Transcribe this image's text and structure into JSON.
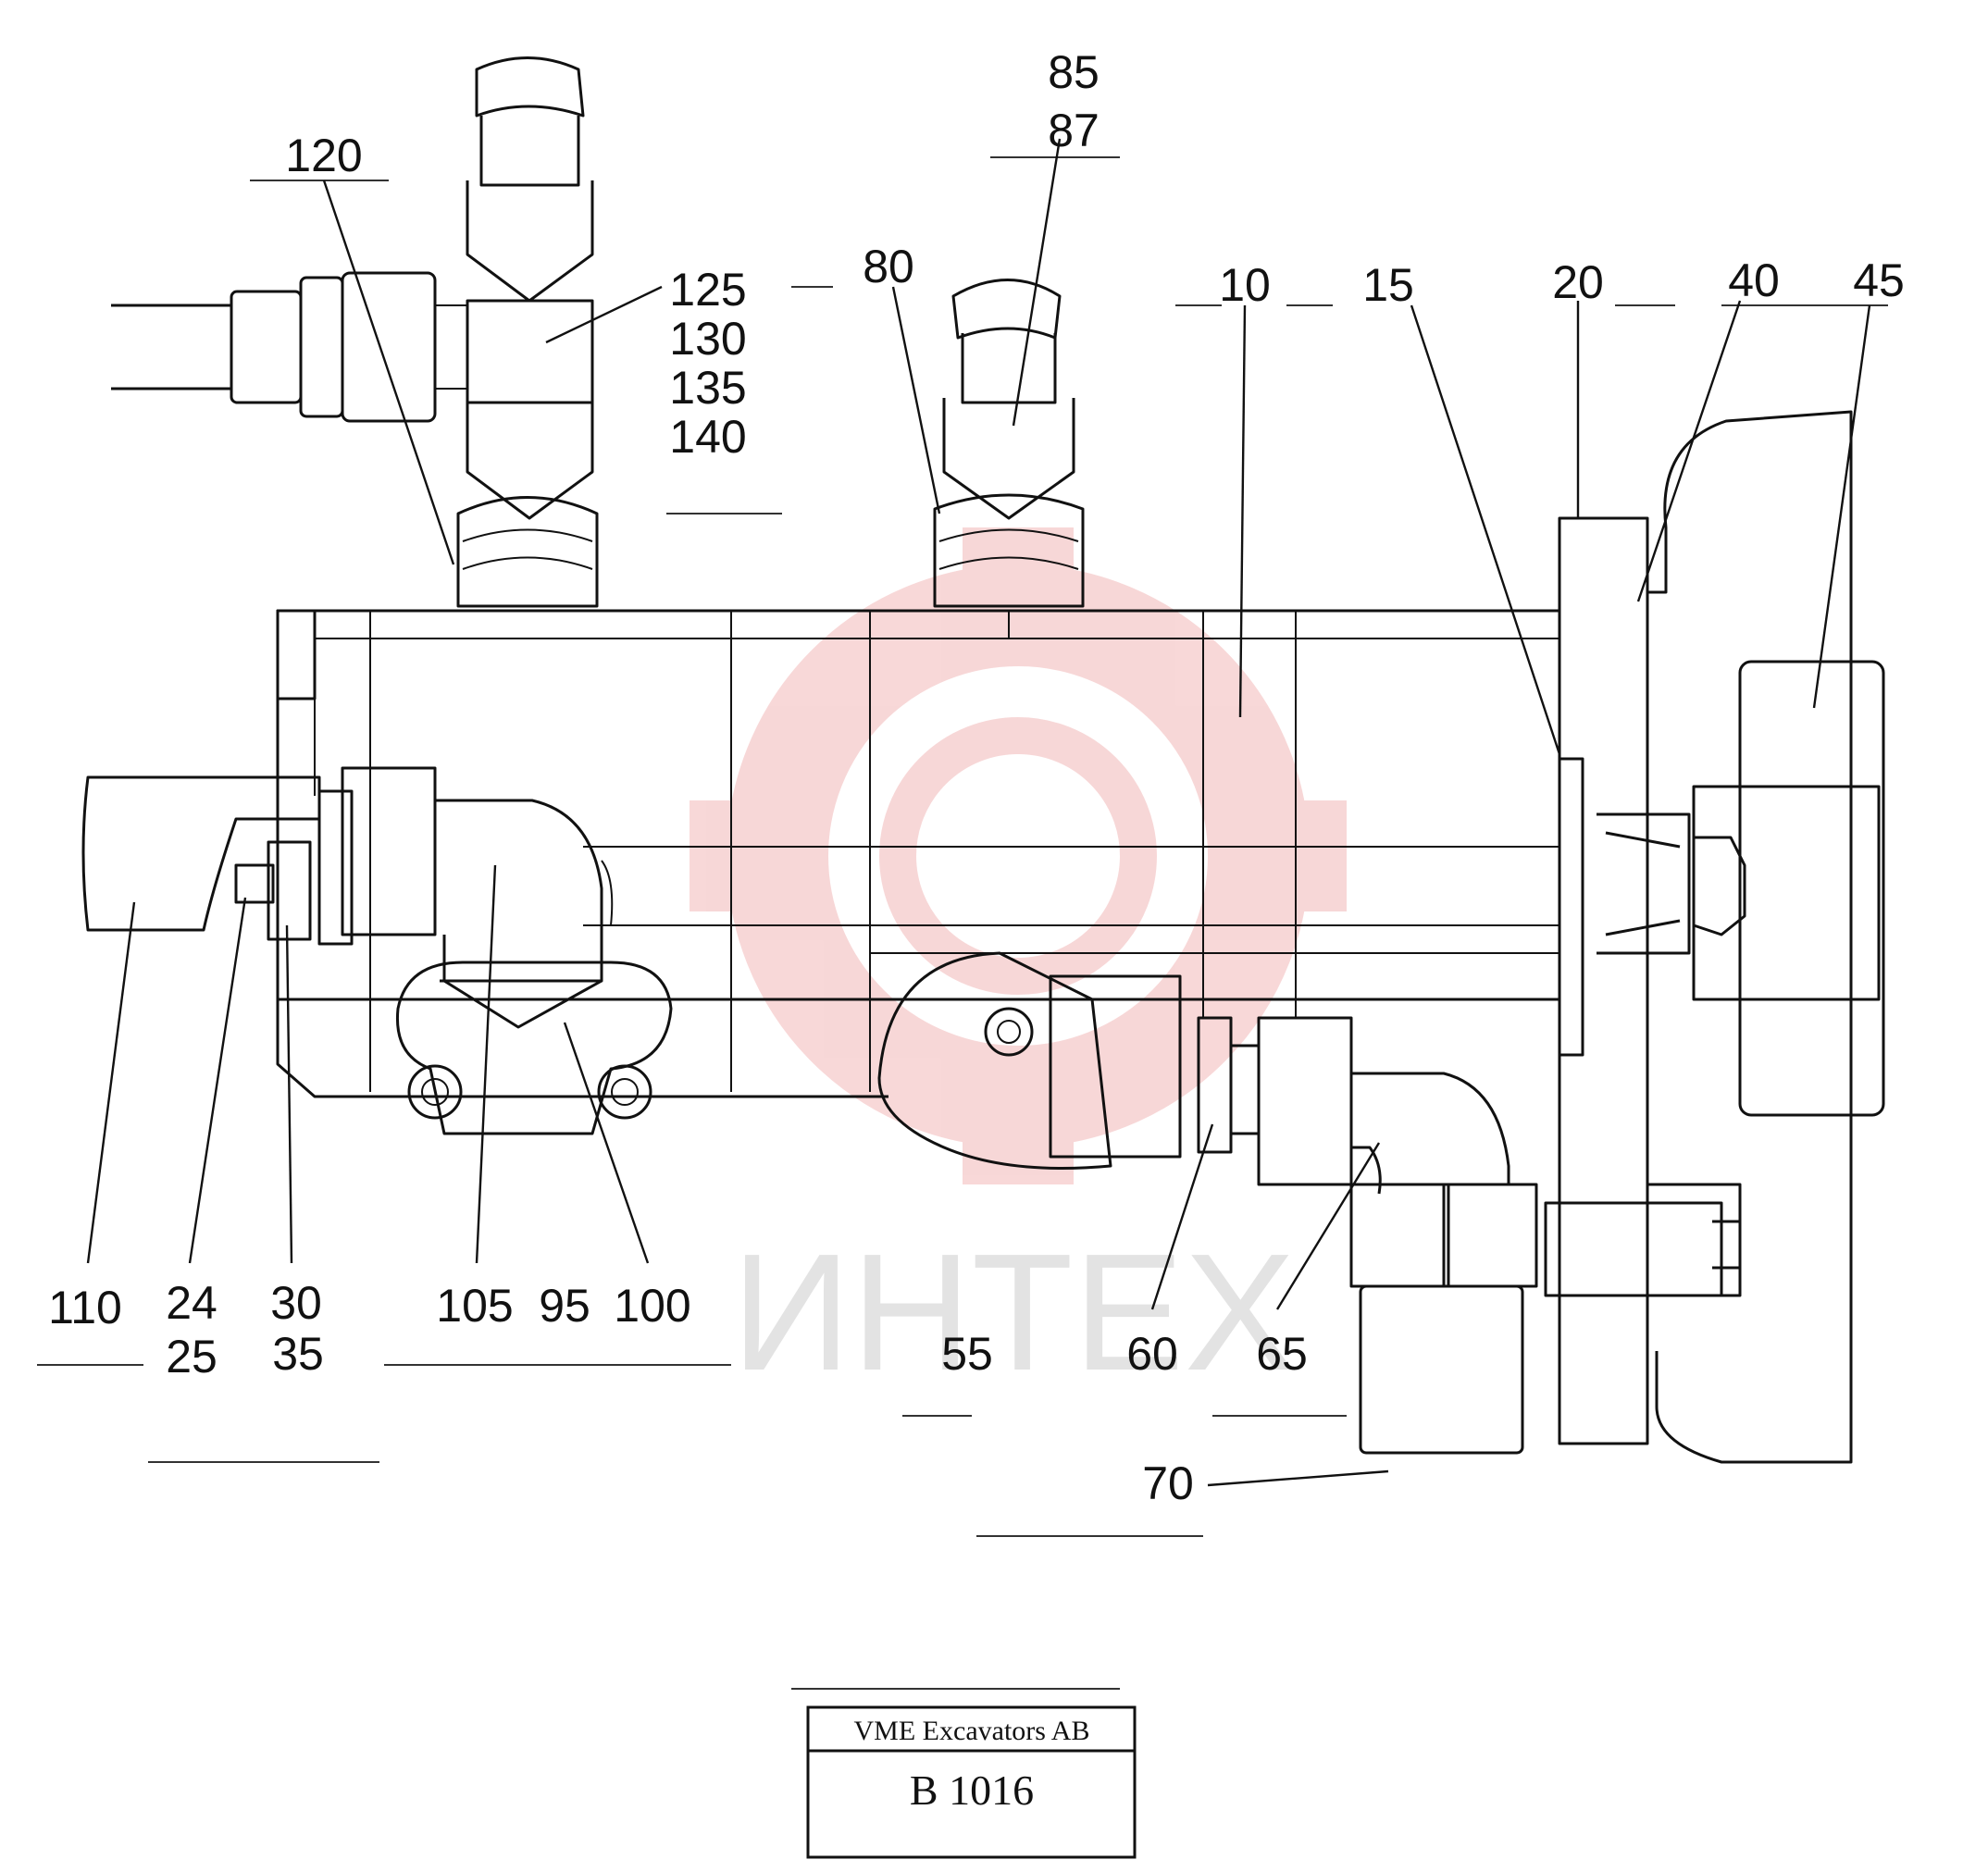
{
  "diagram": {
    "labels": [
      {
        "id": "120",
        "text": "120"
      },
      {
        "id": "85",
        "text": "85"
      },
      {
        "id": "87",
        "text": "87"
      },
      {
        "id": "80",
        "text": "80"
      },
      {
        "id": "125",
        "text": "125"
      },
      {
        "id": "130",
        "text": "130"
      },
      {
        "id": "135",
        "text": "135"
      },
      {
        "id": "140",
        "text": "140"
      },
      {
        "id": "10",
        "text": "10"
      },
      {
        "id": "15",
        "text": "15"
      },
      {
        "id": "20",
        "text": "20"
      },
      {
        "id": "40",
        "text": "40"
      },
      {
        "id": "45",
        "text": "45"
      },
      {
        "id": "110",
        "text": "110"
      },
      {
        "id": "24",
        "text": "24"
      },
      {
        "id": "25",
        "text": "25"
      },
      {
        "id": "30",
        "text": "30"
      },
      {
        "id": "35",
        "text": "35"
      },
      {
        "id": "105",
        "text": "105"
      },
      {
        "id": "95",
        "text": "95"
      },
      {
        "id": "100",
        "text": "100"
      },
      {
        "id": "55",
        "text": "55"
      },
      {
        "id": "60",
        "text": "60"
      },
      {
        "id": "65",
        "text": "65"
      },
      {
        "id": "70",
        "text": "70"
      }
    ]
  },
  "title_block": {
    "company": "VME Excavators AB",
    "drawing_number": "B 1016"
  },
  "watermark": {
    "text": "ИНТЕХ",
    "color": "#f2b8b8"
  }
}
